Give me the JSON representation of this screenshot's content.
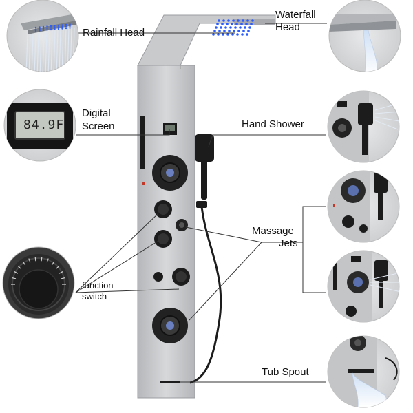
{
  "labels": {
    "rainfall_head": "Rainfall Head",
    "waterfall_line1": "Waterfall",
    "waterfall_line2": "Head",
    "digital_line1": "Digital",
    "digital_line2": "Screen",
    "hand_shower": "Hand Shower",
    "massage_line1": "Massage",
    "massage_line2": "Jets",
    "function_line1": "function",
    "function_line2": "switch",
    "tub_spout": "Tub Spout"
  },
  "screen_readout": "84.9F",
  "colors": {
    "panel": "#c4c6c8",
    "panel_dark": "#a9abae",
    "led_blue": "#2a5cff",
    "callout_line": "#333333",
    "hardware": "#1c1c1c"
  },
  "icons": [
    "rainfall-head-icon",
    "waterfall-spout-icon",
    "digital-screen-icon",
    "hand-shower-icon",
    "massage-jet-icon",
    "function-knob-icon",
    "tub-spout-icon"
  ]
}
